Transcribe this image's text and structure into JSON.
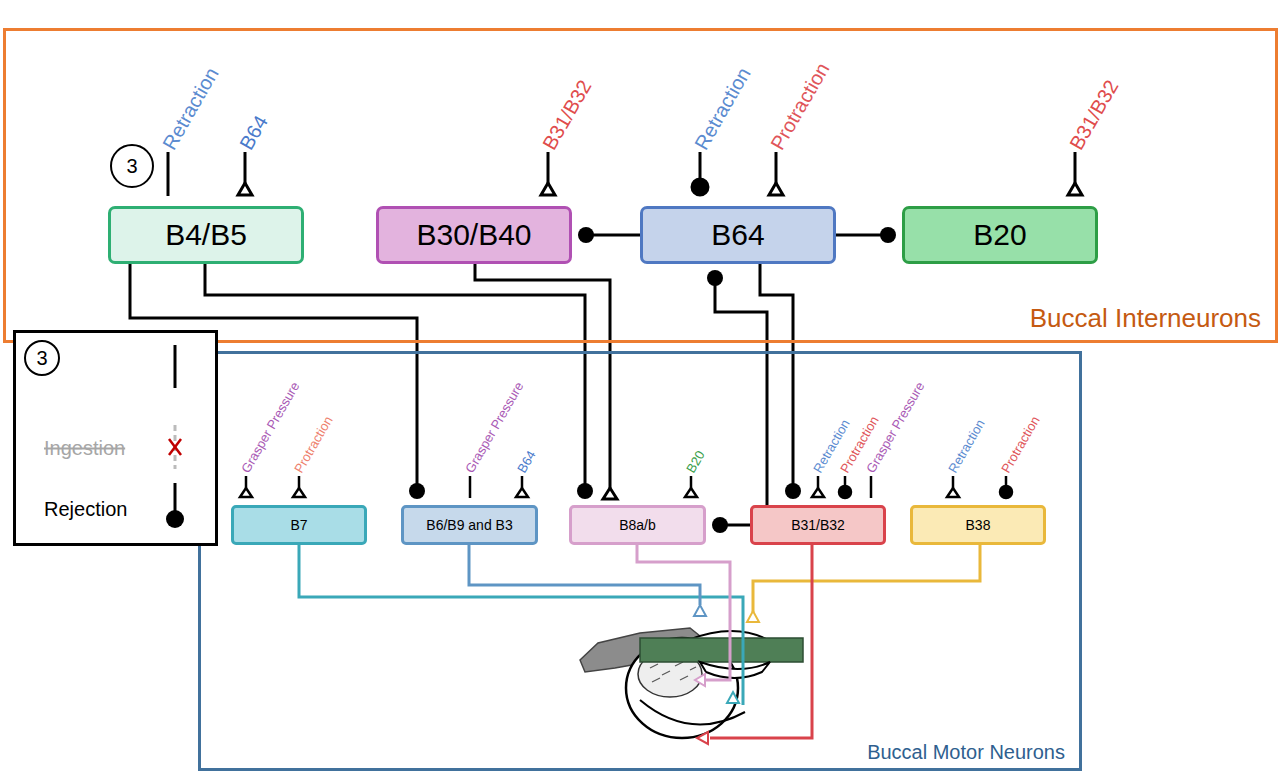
{
  "diagram": {
    "nodes": [
      {
        "text": [
          "Buccal Interneurons"
        ]
      },
      {
        "text": [
          "B4/B5"
        ],
        "in": 0
      },
      {
        "text": [
          "B30/B40"
        ],
        "in": 0
      },
      {
        "text": [
          "B64"
        ],
        "in": 0
      },
      {
        "text": [
          "B20"
        ],
        "in": 0
      },
      {
        "text": [
          "Buccal Motor Neurons"
        ]
      },
      {
        "text": [
          "B7"
        ],
        "in": 5
      },
      {
        "text": [
          "B6/B9 and B3"
        ],
        "in": 5
      },
      {
        "text": [
          "B8a/b"
        ],
        "in": 5
      },
      {
        "text": [
          "B31/B32"
        ],
        "in": 5
      },
      {
        "text": [
          "B38"
        ],
        "in": 5
      }
    ],
    "edges": [
      {
        "from": 3,
        "to": 2,
        "arrow": "to"
      },
      {
        "from": 3,
        "to": 4,
        "arrow": "to"
      },
      {
        "from": 1,
        "to": 7,
        "arrow": "to"
      },
      {
        "from": 1,
        "to": 8,
        "arrow": "to"
      },
      {
        "from": 2,
        "to": 8,
        "arrow": "to"
      },
      {
        "from": 3,
        "to": 9,
        "arrow": "to"
      },
      {
        "from": 9,
        "to": 3,
        "arrow": "to"
      },
      {
        "from": 9,
        "to": 8,
        "arrow": "to"
      }
    ],
    "labels": [
      "3",
      "Retraction",
      "B64",
      "B31/B32",
      "Retraction",
      "Protraction",
      "B31/B32",
      "Grasper Pressure",
      "Protraction",
      "Grasper Pressure",
      "B64",
      "B20",
      "Retraction",
      "Protraction",
      "Grasper Pressure",
      "Retraction",
      "Protraction"
    ],
    "legend": [
      {
        "text": "3"
      },
      {
        "text": "Ingestion"
      },
      {
        "text": "Rejection"
      }
    ]
  }
}
